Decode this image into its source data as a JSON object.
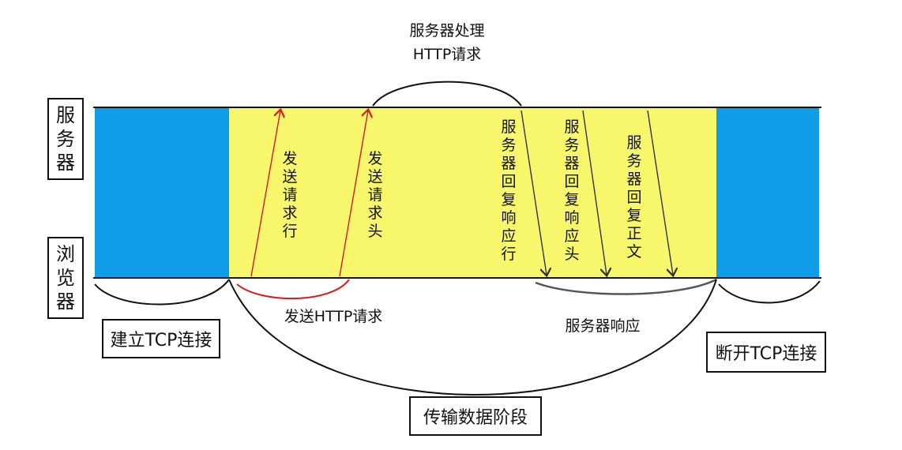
{
  "actors": {
    "server": [
      "服",
      "务",
      "器"
    ],
    "browser": [
      "浏",
      "览",
      "器"
    ]
  },
  "phases": {
    "establish": "建立TCP连接",
    "disconnect": "断开TCP连接",
    "transfer": "传输数据阶段",
    "send_request": "发送HTTP请求",
    "server_response": "服务器响应",
    "server_processing_line1": "服务器处理",
    "server_processing_line2": "HTTP请求"
  },
  "arrows": {
    "send_request_line": [
      "发",
      "送",
      "请",
      "求",
      "行"
    ],
    "send_request_header": [
      "发",
      "送",
      "请",
      "求",
      "头"
    ],
    "response_line": [
      "服",
      "务",
      "器",
      "回",
      "复",
      "响",
      "应",
      "行"
    ],
    "response_header": [
      "服",
      "务",
      "器",
      "回",
      "复",
      "响",
      "应",
      "头"
    ],
    "response_body": [
      "服",
      "务",
      "器",
      "回",
      "复",
      "正",
      "文"
    ]
  },
  "colors": {
    "tcp_phase": "#0f9de8",
    "http_phase": "#f8f76b",
    "request_arrow": "#d81a1a",
    "response_arrow": "#333333",
    "response_arc": "#555555"
  }
}
